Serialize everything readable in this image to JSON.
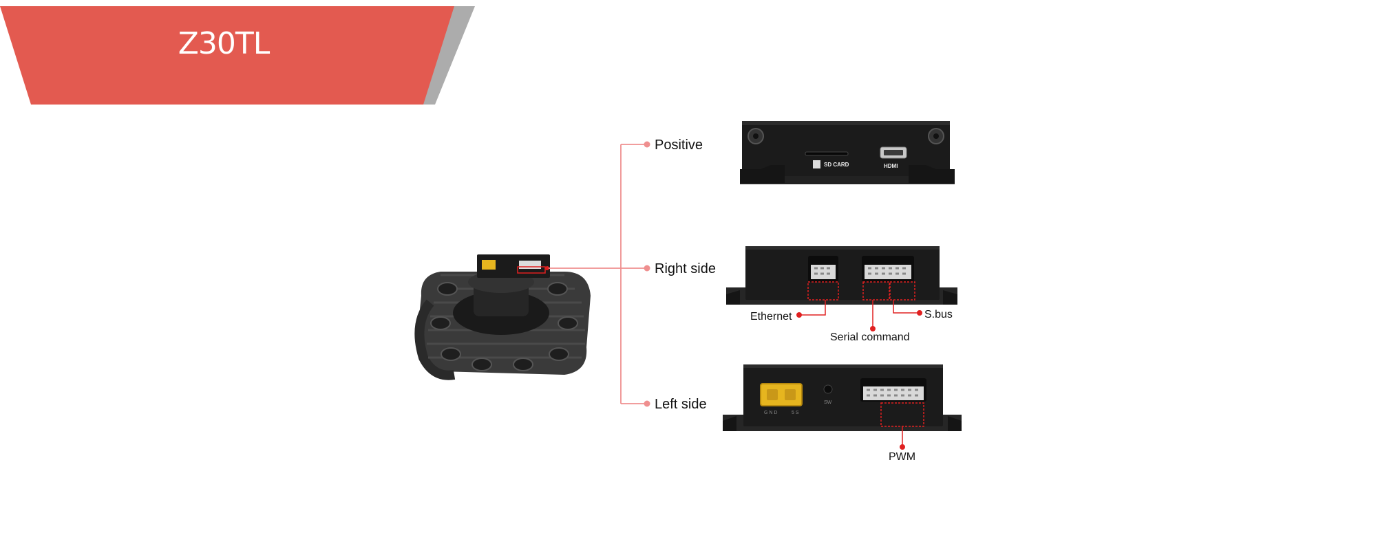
{
  "banner": {
    "title": "Z30TL",
    "color": "#e35a50",
    "shadow_color": "#9e9e9e"
  },
  "views": {
    "positive": {
      "label": "Positive"
    },
    "right": {
      "label": "Right side"
    },
    "left": {
      "label": "Left side"
    }
  },
  "ports": {
    "sd_card": "SD CARD",
    "hdmi": "HDMI",
    "ethernet": "Ethernet",
    "serial": "Serial command",
    "sbus": "S.bus",
    "pwm": "PWM",
    "sw": "SW"
  },
  "colors": {
    "connector_line": "#ef8f8f",
    "port_line": "#e02020",
    "device": "#1b1b1b"
  }
}
